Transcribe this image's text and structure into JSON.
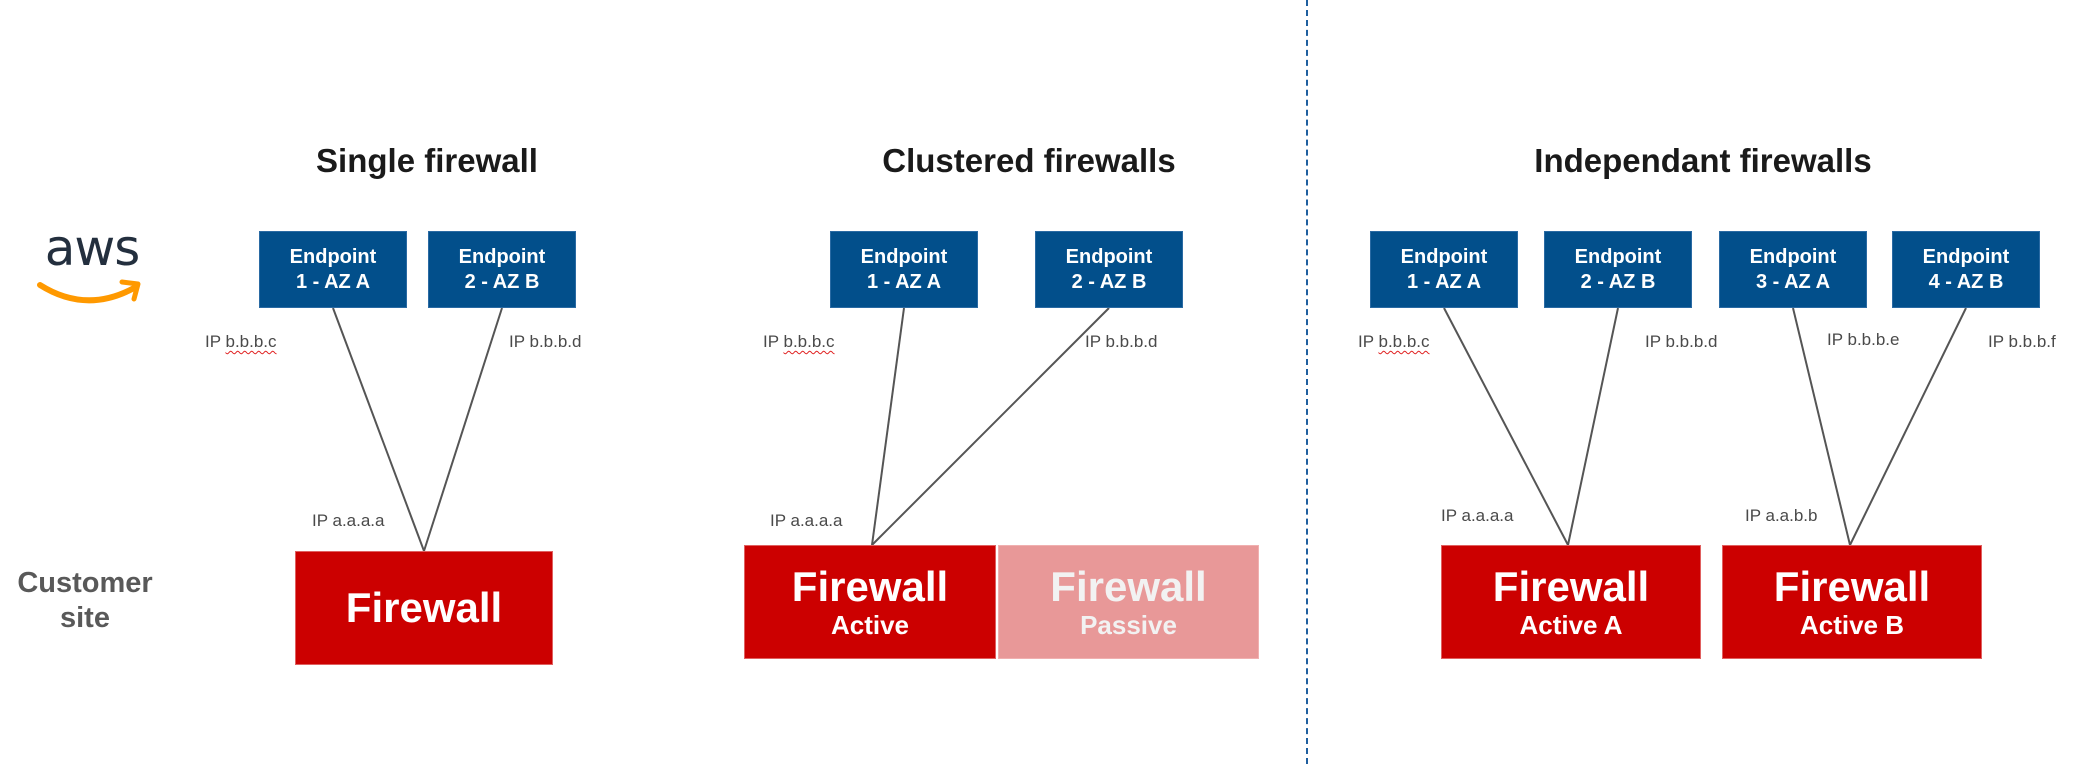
{
  "logo": {
    "name": "aws-logo",
    "text": "aws",
    "text_color": "#232F3E",
    "smile_color": "#FF9900"
  },
  "row_labels": {
    "customer_site": [
      "Customer",
      "site"
    ]
  },
  "colors": {
    "endpoint": "#024F8B",
    "firewall_active": "#CC0000",
    "firewall_passive": "#E89898",
    "passive_text": "#F2F2F2",
    "connector_line": "#555555",
    "divider": "#1F5F9F",
    "spellcheck_underline": "#E02020"
  },
  "sections": [
    {
      "title": "Single firewall",
      "endpoints": [
        {
          "line1": "Endpoint",
          "line2": "1 - AZ A"
        },
        {
          "line1": "Endpoint",
          "line2": "2 - AZ B"
        }
      ],
      "endpoint_ips": [
        {
          "prefix": "IP",
          "value": "b.b.b.c",
          "spellcheck_flag": true
        },
        {
          "prefix": "IP",
          "value": "b.b.b.d",
          "spellcheck_flag": false
        }
      ],
      "firewall_ips": [
        {
          "prefix": "IP",
          "value": "a.a.a.a"
        }
      ],
      "firewalls": [
        {
          "title": "Firewall",
          "subtitle": "",
          "state": "active"
        }
      ]
    },
    {
      "title": "Clustered firewalls",
      "endpoints": [
        {
          "line1": "Endpoint",
          "line2": "1 - AZ A"
        },
        {
          "line1": "Endpoint",
          "line2": "2 - AZ B"
        }
      ],
      "endpoint_ips": [
        {
          "prefix": "IP",
          "value": "b.b.b.c",
          "spellcheck_flag": true
        },
        {
          "prefix": "IP",
          "value": "b.b.b.d",
          "spellcheck_flag": false
        }
      ],
      "firewall_ips": [
        {
          "prefix": "IP",
          "value": "a.a.a.a"
        }
      ],
      "firewalls": [
        {
          "title": "Firewall",
          "subtitle": "Active",
          "state": "active"
        },
        {
          "title": "Firewall",
          "subtitle": "Passive",
          "state": "passive"
        }
      ]
    },
    {
      "title": "Independant firewalls",
      "endpoints": [
        {
          "line1": "Endpoint",
          "line2": "1 - AZ A"
        },
        {
          "line1": "Endpoint",
          "line2": "2 - AZ B"
        },
        {
          "line1": "Endpoint",
          "line2": "3 - AZ A"
        },
        {
          "line1": "Endpoint",
          "line2": "4 - AZ B"
        }
      ],
      "endpoint_ips": [
        {
          "prefix": "IP",
          "value": "b.b.b.c",
          "spellcheck_flag": true
        },
        {
          "prefix": "IP",
          "value": "b.b.b.d",
          "spellcheck_flag": false
        },
        {
          "prefix": "IP",
          "value": "b.b.b.e",
          "spellcheck_flag": false
        },
        {
          "prefix": "IP",
          "value": "b.b.b.f",
          "spellcheck_flag": false
        }
      ],
      "firewall_ips": [
        {
          "prefix": "IP",
          "value": "a.a.a.a"
        },
        {
          "prefix": "IP",
          "value": "a.a.b.b"
        }
      ],
      "firewalls": [
        {
          "title": "Firewall",
          "subtitle": "Active A",
          "state": "active"
        },
        {
          "title": "Firewall",
          "subtitle": "Active B",
          "state": "active"
        }
      ]
    }
  ],
  "connections": [
    {
      "section": 0,
      "from_endpoint": 0,
      "to_firewall": 0
    },
    {
      "section": 0,
      "from_endpoint": 1,
      "to_firewall": 0
    },
    {
      "section": 1,
      "from_endpoint": 0,
      "to_firewall": 0
    },
    {
      "section": 1,
      "from_endpoint": 1,
      "to_firewall": 0
    },
    {
      "section": 2,
      "from_endpoint": 0,
      "to_firewall": 0
    },
    {
      "section": 2,
      "from_endpoint": 1,
      "to_firewall": 0
    },
    {
      "section": 2,
      "from_endpoint": 2,
      "to_firewall": 1
    },
    {
      "section": 2,
      "from_endpoint": 3,
      "to_firewall": 1
    }
  ]
}
